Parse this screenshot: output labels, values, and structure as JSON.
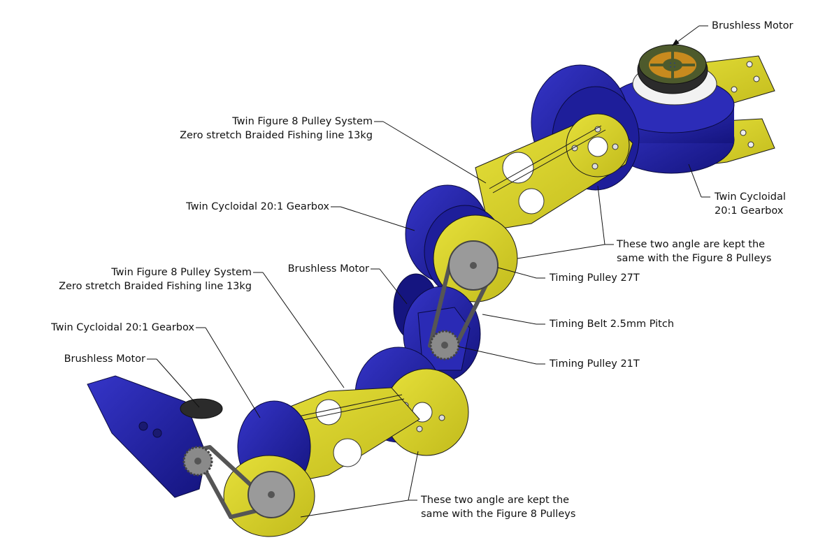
{
  "colors": {
    "arm_yellow": "#d8d32a",
    "arm_yellow_dark": "#a9a215",
    "gearbox_blue": "#2424a8",
    "gearbox_blue_dark": "#101070",
    "pulley_grey": "#9a9a9a",
    "motor_green": "#4d5a2c",
    "motor_copper": "#c88a1e",
    "leader_line": "#111111"
  },
  "labels": {
    "brushless_motor_top": "Brushless Motor",
    "pulley_system_top_1": "Twin Figure 8 Pulley System",
    "pulley_system_top_2": "Zero stretch Braided Fishing line 13kg",
    "gearbox_right_1": "Twin Cycloidal",
    "gearbox_right_2": "20:1 Gearbox",
    "gearbox_mid": "Twin Cycloidal 20:1 Gearbox",
    "angle_note_top_1": "These two angle are kept the",
    "angle_note_top_2": "same with the Figure 8 Pulleys",
    "pulley_system_mid_1": "Twin Figure 8 Pulley System",
    "pulley_system_mid_2": "Zero stretch Braided Fishing line 13kg",
    "brushless_motor_mid": "Brushless Motor",
    "timing_pulley_27t": "Timing Pulley 27T",
    "timing_belt": "Timing Belt 2.5mm Pitch",
    "gearbox_left": "Twin Cycloidal 20:1 Gearbox",
    "timing_pulley_21t": "Timing Pulley 21T",
    "brushless_motor_left": "Brushless Motor",
    "angle_note_bottom_1": "These two angle are kept the",
    "angle_note_bottom_2": "same with the Figure 8 Pulleys"
  }
}
